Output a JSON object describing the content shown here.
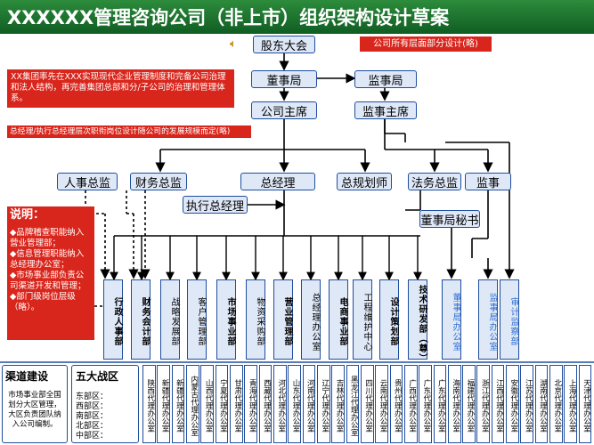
{
  "header": {
    "title": "XXXXXX管理咨询公司（非上市）组织架构设计草案"
  },
  "notes": {
    "company_intro": "XX集团率先在XXX实现现代企业管理制度和完备公司治理和法人结构，再完善集团总部和分/子公司的治理和管理体系。",
    "company_scope": "公司所有层面部分设计(略)",
    "manager_note": "总经理/执行总经理层次职衔岗位设计随公司的发展规模而定(略)",
    "explain_title": "说明：",
    "explain_items": [
      "◆品牌稽查职能纳入营业管理部；",
      "◆信息管理职能纳入总经理办公室；",
      "◆市场事业部负责公司渠道开发和管理；",
      "◆部门级岗位层级（略）。"
    ]
  },
  "org": {
    "shareholders": "股东大会",
    "board": "董事局",
    "supervisory": "监事局",
    "chairman": "公司主席",
    "sup_chairman": "监事主席",
    "hr_director": "人事总监",
    "fin_director": "财务总监",
    "gm": "总经理",
    "planner": "总规划师",
    "legal_director": "法务总监",
    "supervisor": "监事",
    "exec_gm": "执行总经理",
    "board_secretary": "董事局秘书"
  },
  "departments": [
    "行政人事部",
    "财务会计部",
    "战略发展部",
    "客户管理部",
    "市场事业部",
    "物资采购部",
    "营业管理部",
    "总经理办公室",
    "电商事业部",
    "工程维护中心",
    "设计策划部",
    "技术研发部（尊）",
    "董事局办公室",
    "监事局办公室",
    "审计监察部"
  ],
  "channel": {
    "title": "渠道建设",
    "text": "市场事业部全国划分大区管理，大区负责团队纳入公司编制。"
  },
  "regions": {
    "title": "五大战区",
    "items": [
      "东部区：",
      "西部区：",
      "南部区：",
      "北部区：",
      "中部区："
    ]
  },
  "offices": [
    "陕西代理办公室",
    "新疆代理办公室",
    "新疆代理办公室",
    "内蒙古代理办公室",
    "山西代理办公室",
    "宁夏代理办公室",
    "甘肃代理办公室",
    "青海代理办公室",
    "西藏代理办公室",
    "河北代理办公室",
    "山东代理办公室",
    "河南代理办公室",
    "辽宁代理办公室",
    "吉林代理办公室",
    "黑龙江代理办公室",
    "四川代理办公室",
    "云南代理办公室",
    "贵州代理办公室",
    "广西代理办公室",
    "广东代理办公室",
    "广东代理办公室",
    "海南代理办公室",
    "福建代理办公室",
    "浙江代理办公室",
    "江西代理办公室",
    "安徽代理办公室",
    "江苏代理办公室",
    "湖南代理办公室",
    "北京代理办公室",
    "上海代理办公室",
    "天津代理办公室"
  ]
}
